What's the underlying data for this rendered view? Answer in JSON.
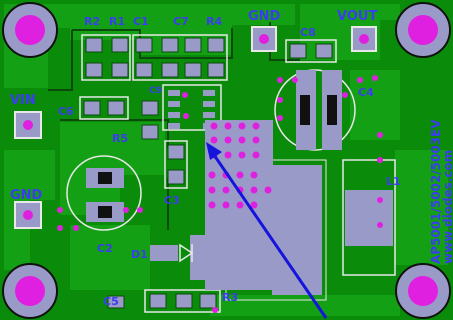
{
  "board_text": {
    "vertical": "AP5001/5002/5003EV",
    "url": "www.diodes.com"
  },
  "connectors": {
    "gnd_top": "GND",
    "vout": "VOUT",
    "vin": "VIN",
    "gnd_left": "GND"
  },
  "designators": {
    "r2": "R2",
    "r1": "R1",
    "c1": "C1",
    "c7": "C7",
    "r4": "R4",
    "c8": "C8",
    "c9": "C9",
    "c6": "C6",
    "r5": "R5",
    "c4": "C4",
    "c3": "C3",
    "l1": "L1",
    "c2": "C2",
    "d1": "D1",
    "c5": "C5",
    "r3": "R3"
  },
  "colors": {
    "board": "#0a8c0a",
    "copper": "#14a014",
    "silk": "#e8e8e8",
    "pad": "#9a9ac8",
    "via": "#e020e0",
    "label": "#3c3cf0",
    "arrow": "#1414dc"
  }
}
